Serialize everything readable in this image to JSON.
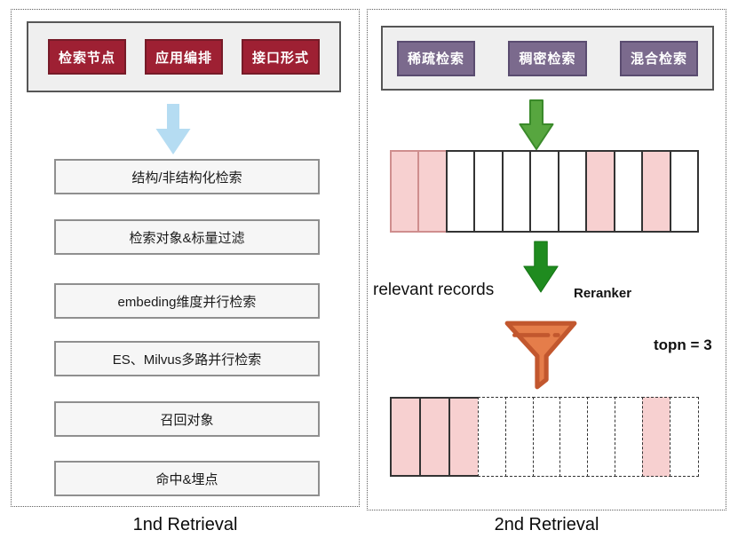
{
  "first_panel": {
    "label": "1nd Retrieval",
    "tags": [
      "检索节点",
      "应用编排",
      "接口形式"
    ],
    "steps": [
      "结构/非结构化检索",
      "检索对象&标量过滤",
      "embeding维度并行检索",
      "ES、Milvus多路并行检索",
      "召回对象",
      "命中&埋点"
    ]
  },
  "second_panel": {
    "label": "2nd Retrieval",
    "tags": [
      "稀疏检索",
      "稠密检索",
      "混合检索"
    ],
    "relevant_records_label": "relevant records",
    "reranker_label": "Reranker",
    "topn_label": "topn = 3",
    "row1_cells": [
      "pink pink-border",
      "pink pink-border",
      "",
      "",
      "",
      "",
      "",
      "pink",
      "",
      "pink",
      ""
    ],
    "row2_cells": [
      "pink",
      "pink",
      "pink",
      "dashed",
      "dashed",
      "dashed",
      "dashed",
      "dashed",
      "dashed",
      "pink dashed",
      "dashed"
    ]
  },
  "icons": {
    "blue_arrow": "down-arrow",
    "green_arrow": "down-arrow",
    "dark_green_arrow": "down-arrow",
    "funnel": "filter-funnel"
  },
  "colors": {
    "crimson_tag_fill": "#9e2033",
    "crimson_tag_border": "#761b28",
    "purple_tag_fill": "#7b6a8d",
    "purple_tag_border": "#5a4c70",
    "gray_box_fill": "#efefef",
    "step_box_fill": "#f6f6f6",
    "pink_cell_fill": "#f7d0d0",
    "pink_cell_border": "#cf8e8e",
    "cell_border": "#333333",
    "light_blue_arrow": "#b5dcf2",
    "green_arrow_fill": "#57a63f",
    "green_arrow_stroke": "#3a8a2a",
    "dark_green_arrow": "#1f8b1f",
    "funnel_fill": "#e57d4a",
    "funnel_stroke": "#c2572e"
  }
}
